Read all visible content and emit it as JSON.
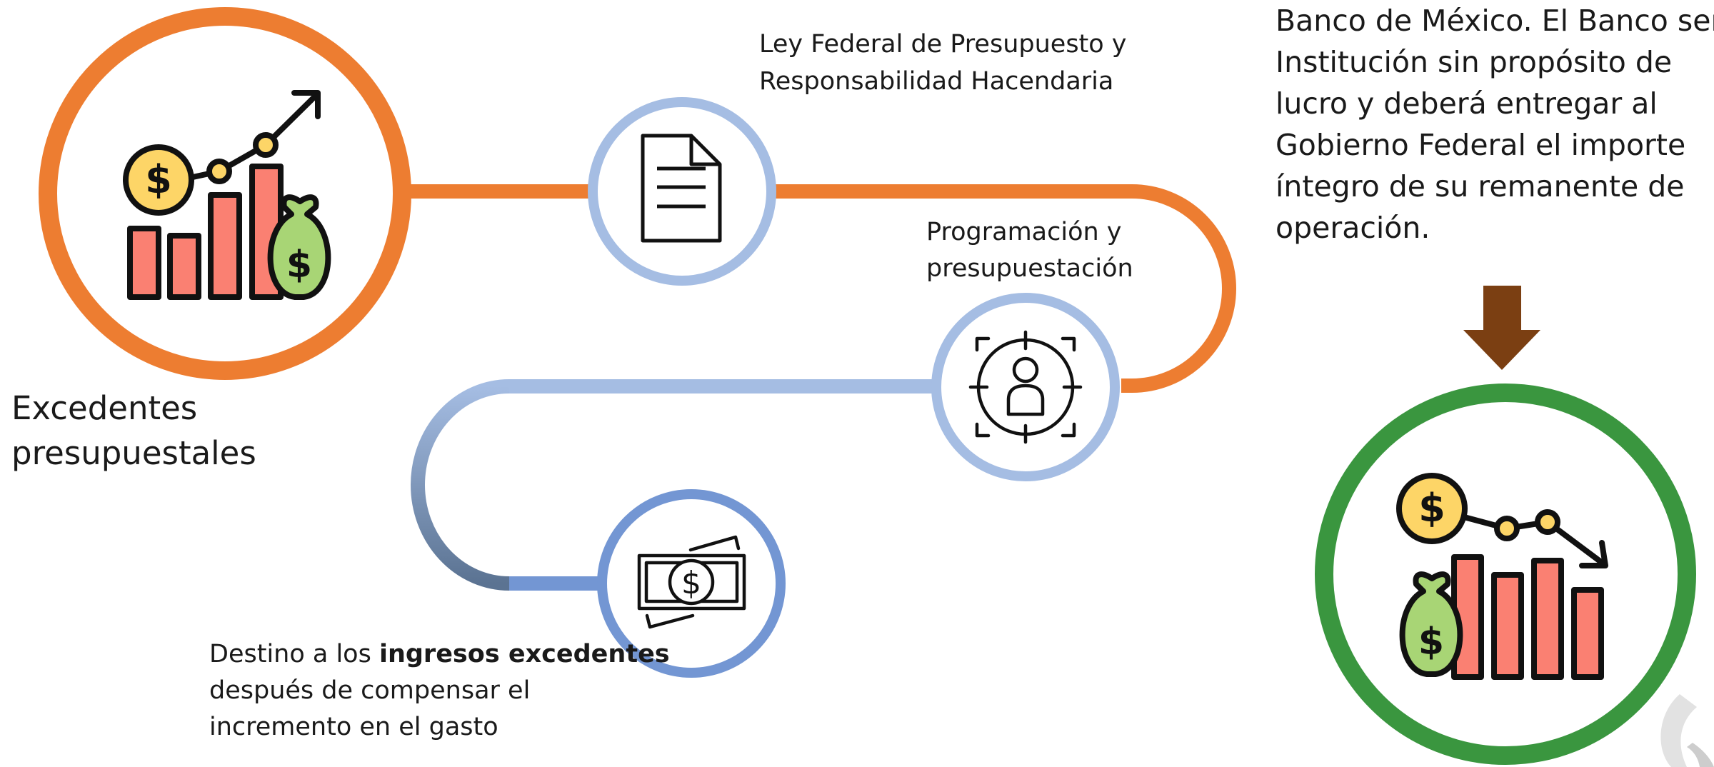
{
  "steps": {
    "ley": {
      "line1": "Ley Federal de Presupuesto y",
      "line2": "Responsabilidad Hacendaria"
    },
    "programacion": {
      "line1": "Programación y",
      "line2": "presupuestación"
    },
    "destino": {
      "line1_prefix": "Destino a los ",
      "line1_bold": "ingresos excedentes",
      "line2": "después de compensar el",
      "line3": "incremento en el gasto"
    }
  },
  "start": {
    "line1": "Excedentes",
    "line2": "presupuestales"
  },
  "banxico": {
    "lines": [
      "Banco de México. El Banco será",
      "Institución sin propósito de",
      "lucro y deberá entregar al",
      "Gobierno Federal el importe",
      "íntegro de su remanente de",
      "operación."
    ]
  },
  "icons": {
    "start": "rising-chart-money-icon",
    "ley": "document-icon",
    "programacion": "target-person-icon",
    "destino": "banknote-icon",
    "end": "falling-chart-money-icon",
    "arrow": "down-arrow-icon"
  },
  "colors": {
    "orange": "#ED7D31",
    "light_blue": "#A5BDE3",
    "mid_blue": "#7396D3",
    "dark_blue": "#4A6FA8",
    "green": "#3A963F",
    "brown": "#7B3F12",
    "bar_red": "#FA8072",
    "coin_yellow": "#FDD567",
    "bag_green": "#A8D575"
  }
}
